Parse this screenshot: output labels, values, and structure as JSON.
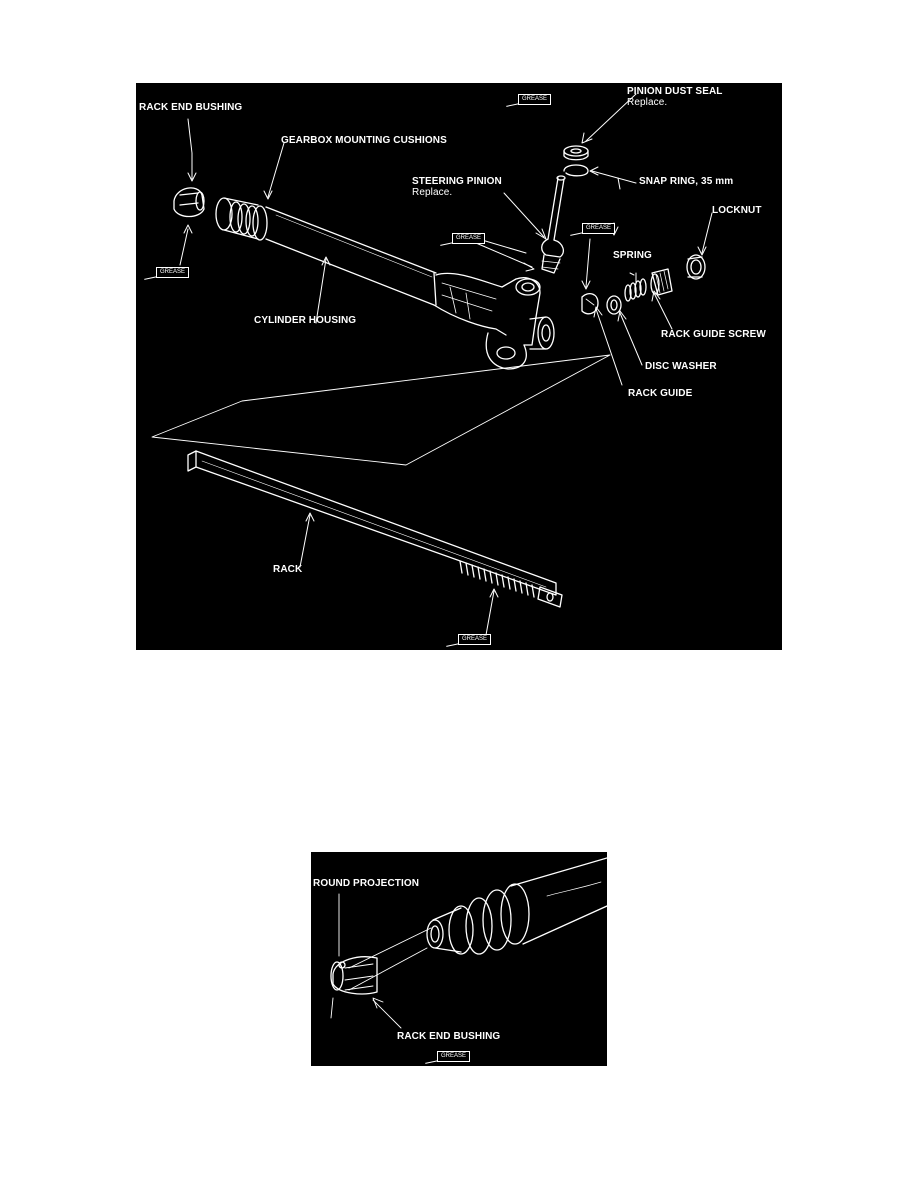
{
  "main_diagram": {
    "labels": {
      "rack_end_bushing": "RACK END BUSHING",
      "gearbox_mounting_cushions": "GEARBOX MOUNTING CUSHIONS",
      "pinion_dust_seal": "PINION DUST SEAL",
      "pinion_dust_seal_note": "Replace.",
      "steering_pinion": "STEERING PINION",
      "steering_pinion_note": "Replace.",
      "snap_ring": "SNAP RING, 35 mm",
      "locknut": "LOCKNUT",
      "spring": "SPRING",
      "cylinder_housing": "CYLINDER HOUSING",
      "rack_guide_screw": "RACK GUIDE SCREW",
      "disc_washer": "DISC WASHER",
      "rack_guide": "RACK GUIDE",
      "rack": "RACK"
    },
    "grease_tag": "GREASE"
  },
  "detail_diagram": {
    "labels": {
      "round_projection": "ROUND PROJECTION",
      "rack_end_bushing": "RACK END BUSHING"
    },
    "grease_tag": "GREASE"
  }
}
